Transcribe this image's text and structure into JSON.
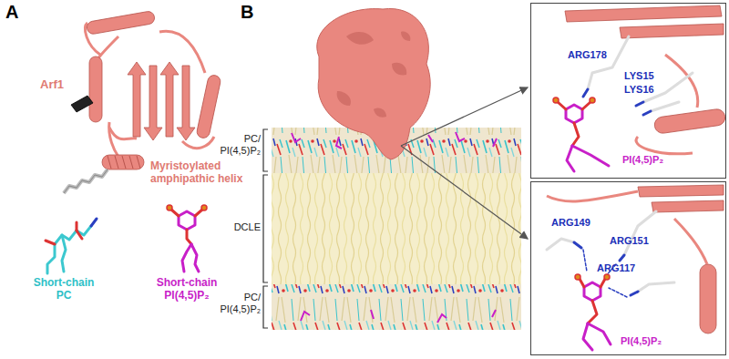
{
  "diagram": {
    "nodes": [
      {
        "text": [
          "ARG178",
          "LYS15",
          "LYS16",
          "PI(4,5)P₂"
        ]
      },
      {
        "text": [
          "ARG149",
          "ARG151",
          "ARG117",
          "PI(4,5)P₂"
        ]
      }
    ],
    "labels": [
      "A",
      "Arf1",
      "Myristoylated amphipathic helix",
      "Short-chain PC",
      "Short-chain PI(4,5)P₂",
      "B",
      "PC/ PI(4,5)P₂",
      "DCLE",
      "PC/ PI(4,5)P₂"
    ]
  }
}
